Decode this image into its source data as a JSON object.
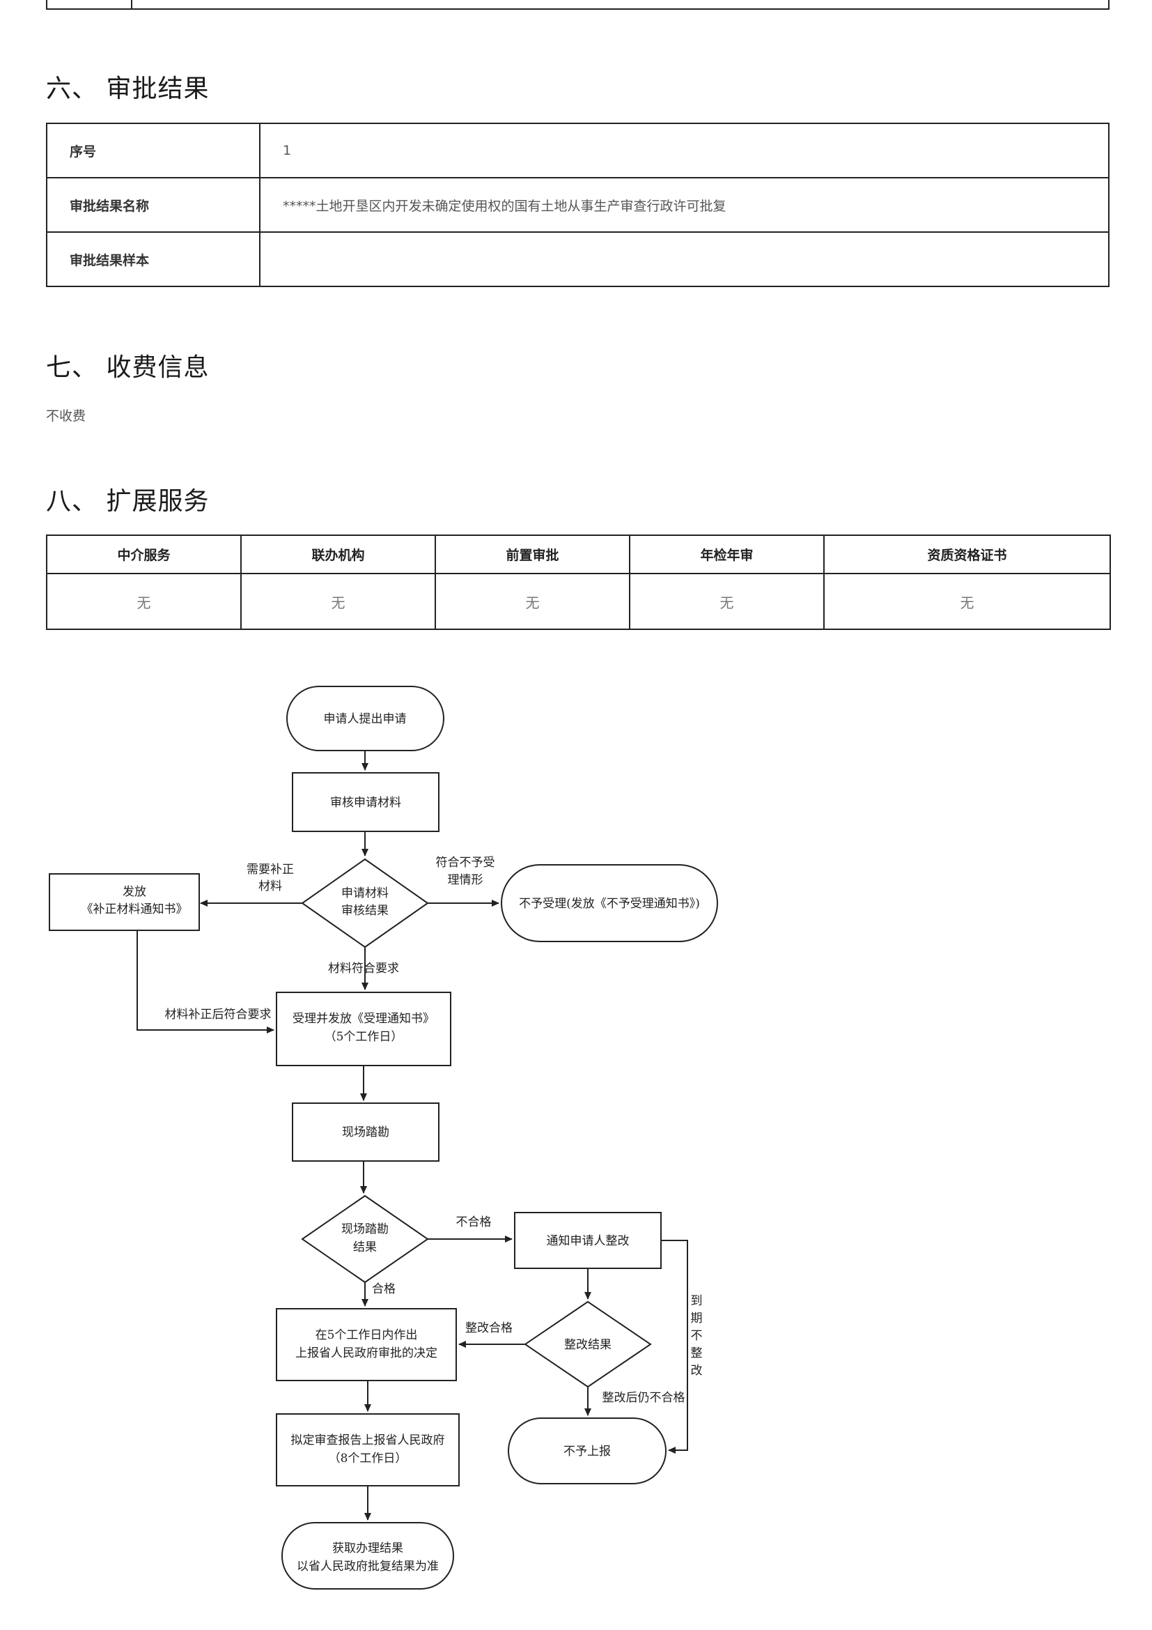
{
  "sec6": {
    "title": "六、 审批结果",
    "rows": [
      {
        "label": "序号",
        "value": "1"
      },
      {
        "label": "审批结果名称",
        "value": "*****土地开垦区内开发未确定使用权的国有土地从事生产审查行政许可批复"
      },
      {
        "label": "审批结果样本",
        "value": ""
      }
    ]
  },
  "sec7": {
    "title": "七、 收费信息",
    "text": "不收费"
  },
  "sec8": {
    "title": "八、 扩展服务",
    "headers": [
      "中介服务",
      "联办机构",
      "前置审批",
      "年检年审",
      "资质资格证书"
    ],
    "values": [
      "无",
      "无",
      "无",
      "无",
      "无"
    ]
  },
  "flow": {
    "start": "申请人提出申请",
    "review": "审核申请材料",
    "decision1_l1": "申请材料",
    "decision1_l2": "审核结果",
    "need_fix_l1": "需要补正",
    "need_fix_l2": "材料",
    "issue_l1": "发放",
    "issue_l2": "《补正材料通知书》",
    "reject_cond_l1": "符合不予受",
    "reject_cond_l2": "理情形",
    "reject": "不予受理(发放《不予受理通知书》)",
    "meet": "材料符合要求",
    "fixed": "材料补正后符合要求",
    "accept_l1": "受理并发放《受理通知书》",
    "accept_l2": "（5个工作日）",
    "survey": "现场踏勘",
    "decision2_l1": "现场踏勘",
    "decision2_l2": "结果",
    "fail": "不合格",
    "notify": "通知申请人整改",
    "pass": "合格",
    "decide_l1": "在5个工作日内作出",
    "decide_l2": "上报省人民政府审批的决定",
    "fix_pass": "整改合格",
    "decision3": "整改结果",
    "fix_fail": "整改后仍不合格",
    "expire_v": [
      "到",
      "期",
      "不",
      "整",
      "改"
    ],
    "no_report": "不予上报",
    "draft_l1": "拟定审查报告上报省人民政府",
    "draft_l2": "（8个工作日）",
    "end_l1": "获取办理结果",
    "end_l2": "以省人民政府批复结果为准"
  }
}
